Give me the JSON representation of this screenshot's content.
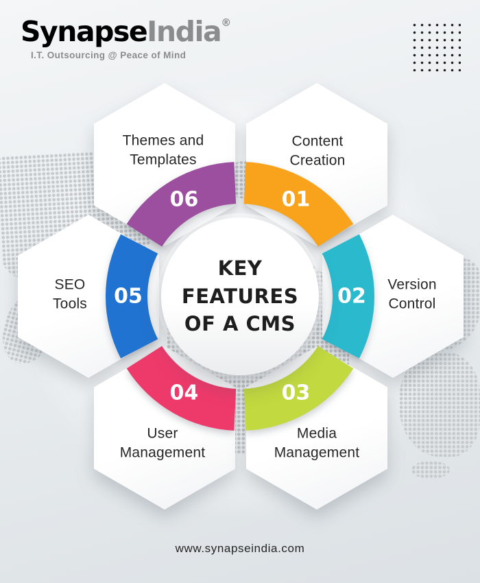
{
  "logo": {
    "brand_primary": "Synapse",
    "brand_secondary": "India",
    "registered_mark": "®",
    "tagline": "I.T. Outsourcing @ Peace of Mind"
  },
  "center": {
    "title_lines": [
      "KEY",
      "FEATURES",
      "OF A CMS"
    ]
  },
  "features": [
    {
      "number": "01",
      "label": "Content Creation",
      "color": "#F9A21B",
      "position": "top-right"
    },
    {
      "number": "02",
      "label": "Version Control",
      "color": "#2BB9CE",
      "position": "middle-right"
    },
    {
      "number": "03",
      "label": "Media Management",
      "color": "#C2D93F",
      "position": "bottom-right"
    },
    {
      "number": "04",
      "label": "User Management",
      "color": "#EE3A6B",
      "position": "bottom-left"
    },
    {
      "number": "05",
      "label": "SEO Tools",
      "color": "#2173D1",
      "position": "middle-left"
    },
    {
      "number": "06",
      "label": "Themes and Templates",
      "color": "#9B4F9E",
      "position": "top-left"
    }
  ],
  "footer": {
    "website": "www.synapseindia.com"
  },
  "colors": {
    "brand_red": "#E4332C",
    "brand_gray": "#8B8C8E",
    "title_text": "#1E1E1E",
    "label_text": "#262626",
    "map_dot": "#C6CACD",
    "grid_dot": "#1F1F1F"
  }
}
